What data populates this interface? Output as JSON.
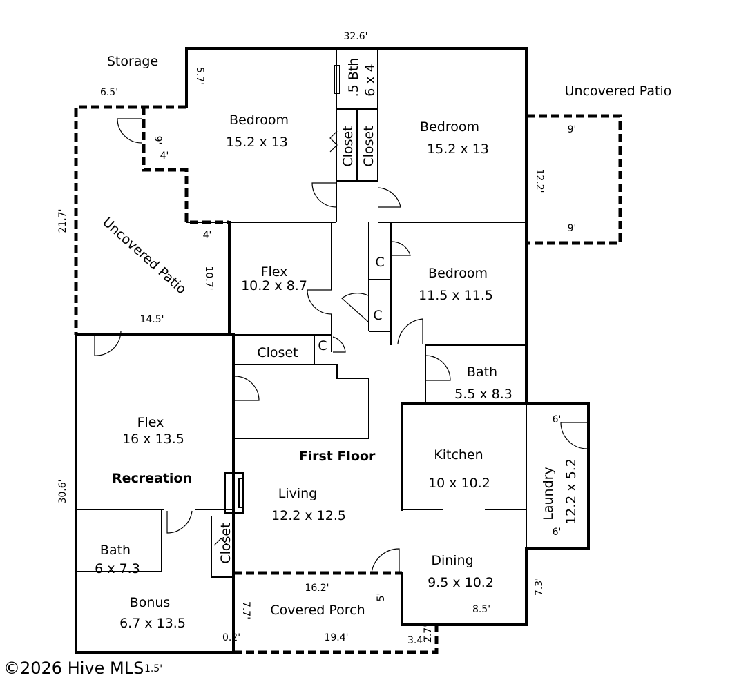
{
  "floor_label": "First Floor",
  "watermark": "©2026 Hive MLS",
  "rooms": {
    "bedroom1": {
      "name": "Bedroom",
      "size": "15.2 x 13"
    },
    "bedroom2": {
      "name": "Bedroom",
      "size": "15.2 x 13"
    },
    "bedroom3": {
      "name": "Bedroom",
      "size": "11.5 x 11.5"
    },
    "half_bath": {
      "name": ".5 Bth",
      "size": "6 x 4"
    },
    "closet_a": "Closet",
    "closet_b": "Closet",
    "closet_hall": "Closet",
    "closet_rec": "Closet",
    "c1": "C",
    "c2": "C",
    "c3": "C",
    "flex_upper": {
      "name": "Flex",
      "size": "10.2 x 8.7"
    },
    "flex_rec": {
      "name": "Flex",
      "size": "16 x 13.5"
    },
    "recreation": "Recreation",
    "bath_main": {
      "name": "Bath",
      "size": "5.5 x 8.3"
    },
    "bath_rec": {
      "name": "Bath",
      "size": "6 x 7.3"
    },
    "bonus": {
      "name": "Bonus",
      "size": "6.7 x 13.5"
    },
    "kitchen": {
      "name": "Kitchen",
      "size": "10 x 10.2"
    },
    "laundry": {
      "name": "Laundry",
      "size": "12.2 x 5.2"
    },
    "living": {
      "name": "Living",
      "size": "12.2 x 12.5"
    },
    "dining": {
      "name": "Dining",
      "size": "9.5 x 10.2"
    },
    "covered_porch": "Covered Porch",
    "uncovered_patio_left": "Uncovered Patio",
    "uncovered_patio_right": "Uncovered Patio",
    "storage": "Storage"
  },
  "dimensions": {
    "top_width": "32.6'",
    "storage_width": "6.5'",
    "bed1_side": "5.7'",
    "storage_depth": "9'",
    "storage_small": "4'",
    "patio_left_height": "21.7'",
    "patio_notch": "4'",
    "patio_left_side": "10.7'",
    "patio_left_bottom": "14.5'",
    "patio_right_top": "9'",
    "patio_right_side": "12.2'",
    "patio_right_bottom": "9'",
    "laundry_top": "6'",
    "laundry_bottom": "6'",
    "left_height": "30.6'",
    "dining_side": "7.3'",
    "dining_bottom": "8.5'",
    "porch_top": "16.2'",
    "porch_side": "7.7'",
    "porch_step": "5'",
    "porch_bottom": "19.4'",
    "porch_corner": "0.2'",
    "porch_right_a": "3.4'",
    "porch_right_b": "2.7'",
    "bottom_corner": "1.5'"
  }
}
